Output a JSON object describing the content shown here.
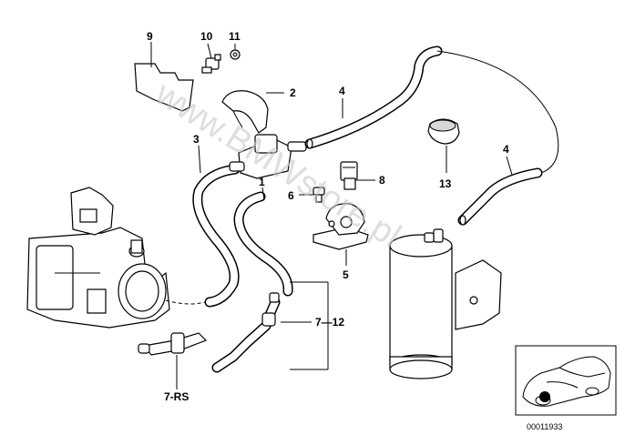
{
  "diagram": {
    "part_labels": {
      "p9": "9",
      "p10": "10",
      "p11": "11",
      "p2": "2",
      "p4a": "4",
      "p4b": "4",
      "p3": "3",
      "p8": "8",
      "p13": "13",
      "p1": "1",
      "p6": "6",
      "p5": "5",
      "p7_12": "7—12",
      "p7rs": "7-RS"
    },
    "watermark": "www.BMWstore.pl",
    "inset": {
      "catalog_number": "00011933"
    }
  }
}
